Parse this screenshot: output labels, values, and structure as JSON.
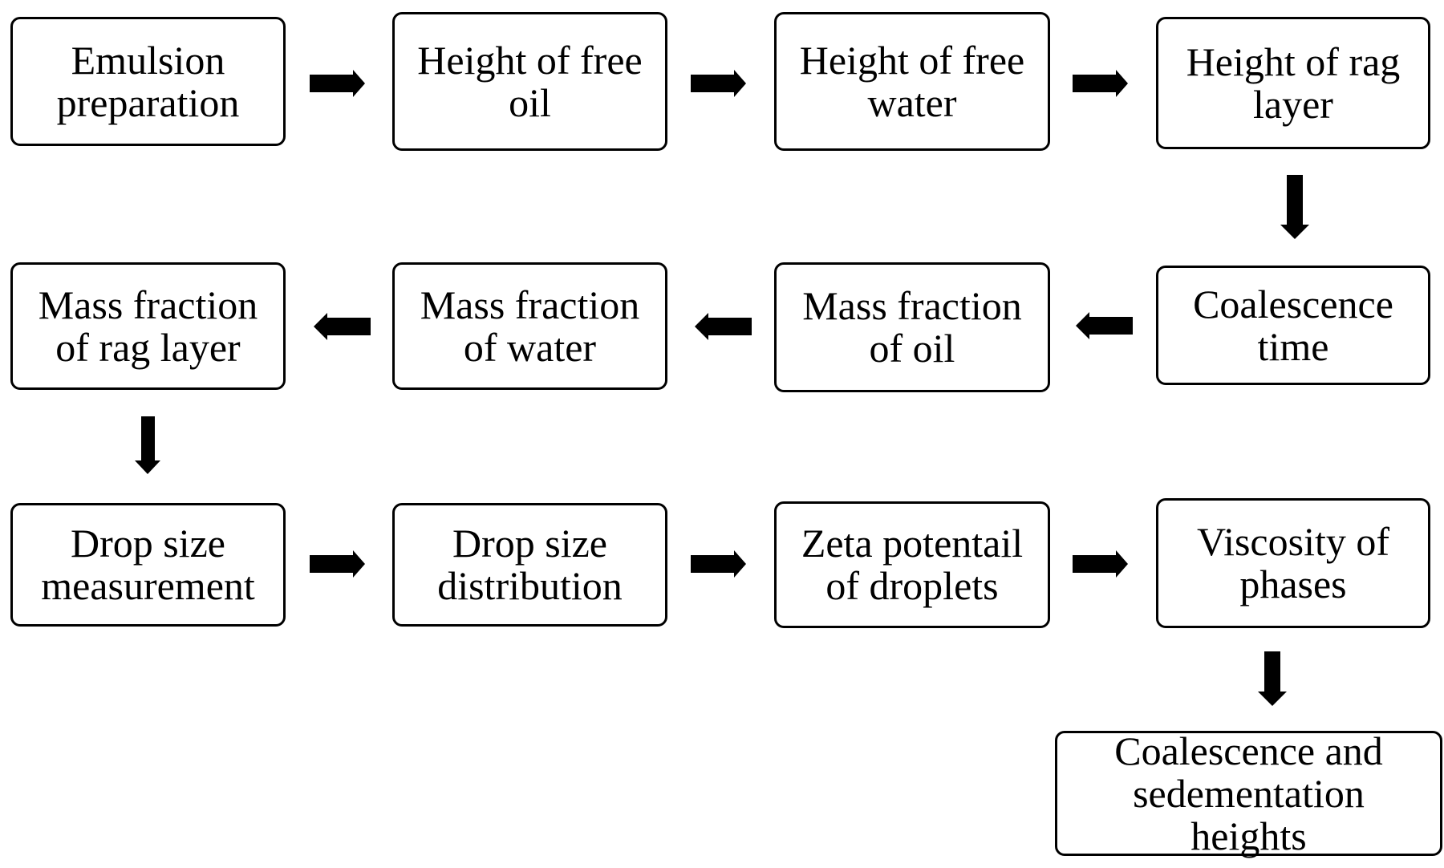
{
  "diagram": {
    "steps": {
      "emulsion_preparation": "Emulsion\npreparation",
      "height_free_oil": "Height of free\noil",
      "height_free_water": "Height of free\nwater",
      "height_rag_layer": "Height of rag\nlayer",
      "coalescence_time": "Coalescence\ntime",
      "mass_fraction_oil": "Mass fraction\nof oil",
      "mass_fraction_water": "Mass fraction\nof water",
      "mass_fraction_rag": "Mass fraction\nof rag layer",
      "drop_size_measurement": "Drop size\nmeasurement",
      "drop_size_distribution": "Drop size\ndistribution",
      "zeta_potential": "Zeta potentail\nof droplets",
      "viscosity_phases": "Viscosity of\nphases",
      "coalescence_sedimentation": "Coalescence and\nsedementation\nheights"
    },
    "colors": {
      "stroke": "#000000",
      "fill": "#ffffff",
      "arrow": "#000000"
    }
  }
}
